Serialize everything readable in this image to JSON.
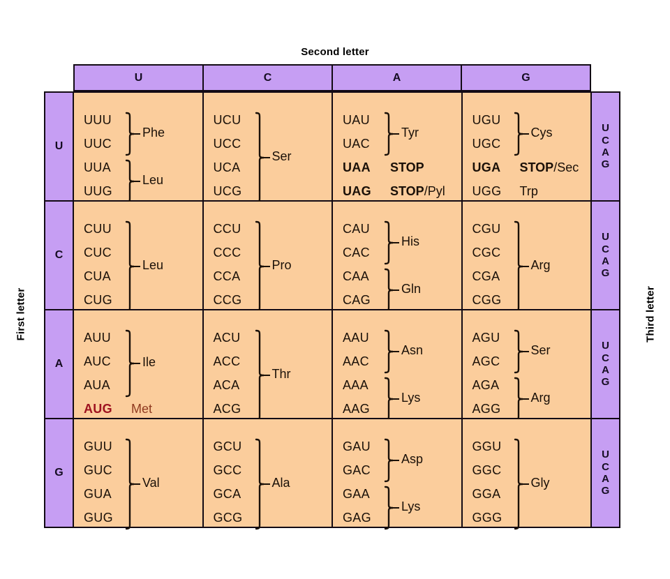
{
  "captions": {
    "second_letter": "Second letter",
    "first_letter": "First letter",
    "third_letter": "Third letter"
  },
  "colors": {
    "header_purple": "#c69ef3",
    "cell_orange": "#fbcd9c",
    "border": "#120a14",
    "start_codon_red": "#9e1220",
    "met_red": "#8f3a20"
  },
  "column_headers": [
    "U",
    "C",
    "A",
    "G"
  ],
  "row_headers": [
    "U",
    "C",
    "A",
    "G"
  ],
  "third_letters": [
    "U",
    "C",
    "A",
    "G"
  ],
  "cells": [
    {
      "row": "U",
      "col": "U",
      "codons": [
        "UUU",
        "UUC",
        "UUA",
        "UUG"
      ],
      "groups": [
        {
          "label": "Phe",
          "from": 0,
          "to": 1
        },
        {
          "label": "Leu",
          "from": 2,
          "to": 3
        }
      ]
    },
    {
      "row": "U",
      "col": "C",
      "codons": [
        "UCU",
        "UCC",
        "UCA",
        "UCG"
      ],
      "groups": [
        {
          "label": "Ser",
          "from": 0,
          "to": 3
        }
      ]
    },
    {
      "row": "U",
      "col": "A",
      "codons": [
        "UAU",
        "UAC",
        "UAA",
        "UAG"
      ],
      "bold_codons": [
        2,
        3
      ],
      "groups": [
        {
          "label": "Tyr",
          "from": 0,
          "to": 1
        }
      ],
      "inline": [
        {
          "index": 2,
          "label": "STOP",
          "bold": true,
          "suffix": ""
        },
        {
          "index": 3,
          "label": "STOP",
          "bold": true,
          "suffix": "/Pyl"
        }
      ]
    },
    {
      "row": "U",
      "col": "G",
      "codons": [
        "UGU",
        "UGC",
        "UGA",
        "UGG"
      ],
      "bold_codons": [
        2
      ],
      "groups": [
        {
          "label": "Cys",
          "from": 0,
          "to": 1
        }
      ],
      "inline": [
        {
          "index": 2,
          "label": "STOP",
          "bold": true,
          "suffix": "/Sec"
        },
        {
          "index": 3,
          "label": "Trp",
          "bold": false,
          "suffix": ""
        }
      ]
    },
    {
      "row": "C",
      "col": "U",
      "codons": [
        "CUU",
        "CUC",
        "CUA",
        "CUG"
      ],
      "groups": [
        {
          "label": "Leu",
          "from": 0,
          "to": 3
        }
      ]
    },
    {
      "row": "C",
      "col": "C",
      "codons": [
        "CCU",
        "CCC",
        "CCA",
        "CCG"
      ],
      "groups": [
        {
          "label": "Pro",
          "from": 0,
          "to": 3
        }
      ]
    },
    {
      "row": "C",
      "col": "A",
      "codons": [
        "CAU",
        "CAC",
        "CAA",
        "CAG"
      ],
      "groups": [
        {
          "label": "His",
          "from": 0,
          "to": 1
        },
        {
          "label": "Gln",
          "from": 2,
          "to": 3
        }
      ]
    },
    {
      "row": "C",
      "col": "G",
      "codons": [
        "CGU",
        "CGC",
        "CGA",
        "CGG"
      ],
      "groups": [
        {
          "label": "Arg",
          "from": 0,
          "to": 3
        }
      ]
    },
    {
      "row": "A",
      "col": "U",
      "codons": [
        "AUU",
        "AUC",
        "AUA",
        "AUG"
      ],
      "red_codons": [
        3
      ],
      "bold_codons": [
        3
      ],
      "groups": [
        {
          "label": "Ile",
          "from": 0,
          "to": 2
        }
      ],
      "inline": [
        {
          "index": 3,
          "label": "Met",
          "bold": false,
          "suffix": "",
          "color": "met_red"
        }
      ]
    },
    {
      "row": "A",
      "col": "C",
      "codons": [
        "ACU",
        "ACC",
        "ACA",
        "ACG"
      ],
      "groups": [
        {
          "label": "Thr",
          "from": 0,
          "to": 3
        }
      ]
    },
    {
      "row": "A",
      "col": "A",
      "codons": [
        "AAU",
        "AAC",
        "AAA",
        "AAG"
      ],
      "groups": [
        {
          "label": "Asn",
          "from": 0,
          "to": 1
        },
        {
          "label": "Lys",
          "from": 2,
          "to": 3
        }
      ]
    },
    {
      "row": "A",
      "col": "G",
      "codons": [
        "AGU",
        "AGC",
        "AGA",
        "AGG"
      ],
      "groups": [
        {
          "label": "Ser",
          "from": 0,
          "to": 1
        },
        {
          "label": "Arg",
          "from": 2,
          "to": 3
        }
      ]
    },
    {
      "row": "G",
      "col": "U",
      "codons": [
        "GUU",
        "GUC",
        "GUA",
        "GUG"
      ],
      "groups": [
        {
          "label": "Val",
          "from": 0,
          "to": 3
        }
      ]
    },
    {
      "row": "G",
      "col": "C",
      "codons": [
        "GCU",
        "GCC",
        "GCA",
        "GCG"
      ],
      "groups": [
        {
          "label": "Ala",
          "from": 0,
          "to": 3
        }
      ]
    },
    {
      "row": "G",
      "col": "A",
      "codons": [
        "GAU",
        "GAC",
        "GAA",
        "GAG"
      ],
      "groups": [
        {
          "label": "Asp",
          "from": 0,
          "to": 1
        },
        {
          "label": "Lys",
          "from": 2,
          "to": 3
        }
      ]
    },
    {
      "row": "G",
      "col": "G",
      "codons": [
        "GGU",
        "GGC",
        "GGA",
        "GGG"
      ],
      "groups": [
        {
          "label": "Gly",
          "from": 0,
          "to": 3
        }
      ]
    }
  ]
}
